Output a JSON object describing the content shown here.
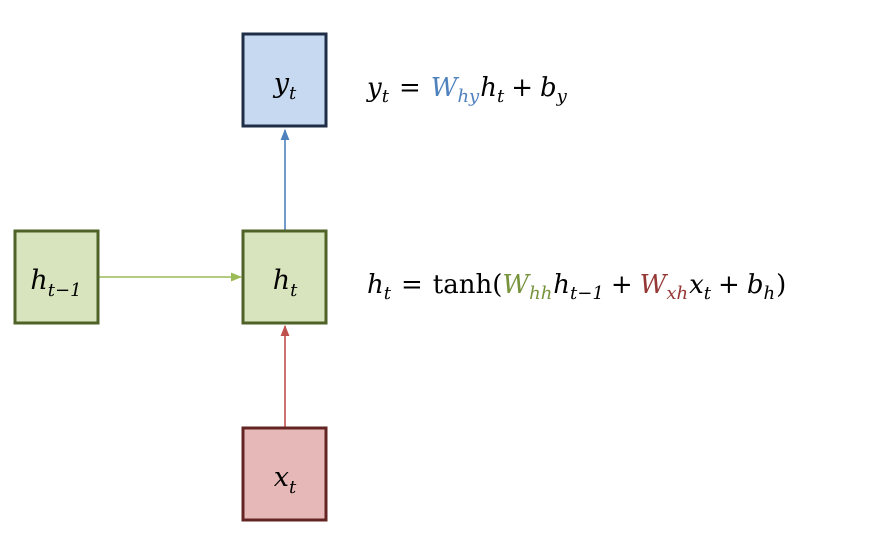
{
  "colors": {
    "output_fill": "#c6d9f1",
    "output_stroke": "#1f2d47",
    "hidden_fill": "#d7e4bd",
    "hidden_stroke": "#4f6228",
    "input_fill": "#e6b9b8",
    "input_stroke": "#632523",
    "output_weight": "#4f81bd",
    "recurrent_weight": "#77933c",
    "input_weight": "#953735",
    "arrow_up": "#4f81bd",
    "arrow_right": "#9bbb59",
    "arrow_input": "#c0504d"
  },
  "nodes": {
    "y": {
      "base": "y",
      "sub": "t"
    },
    "h_prev": {
      "base": "h",
      "sub": "t−1"
    },
    "h": {
      "base": "h",
      "sub": "t"
    },
    "x": {
      "base": "x",
      "sub": "t"
    }
  },
  "equations": {
    "output": {
      "lhs": "y",
      "lhs_sub": "t",
      "eq": "=",
      "w": "W",
      "w_sub": "hy",
      "h": "h",
      "h_sub": "t",
      "plus": "+",
      "b": "b",
      "b_sub": "y"
    },
    "hidden": {
      "lhs": "h",
      "lhs_sub": "t",
      "eq": "=",
      "func": "tanh(",
      "w1": "W",
      "w1_sub": "hh",
      "h": "h",
      "h_sub": "t−1",
      "plus1": "+",
      "w2": "W",
      "w2_sub": "xh",
      "x": "x",
      "x_sub": "t",
      "plus2": "+",
      "b": "b",
      "b_sub": "h",
      "close": ")"
    }
  }
}
